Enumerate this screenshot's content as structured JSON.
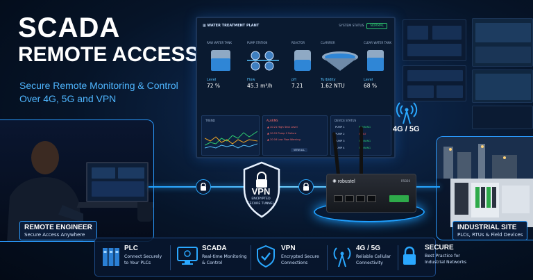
{
  "hero": {
    "title_line1": "SCADA",
    "title_line2": "REMOTE ACCESS",
    "subtitle_line1": "Secure Remote Monitoring & Control",
    "subtitle_line2": "Over 4G, 5G and VPN"
  },
  "scada_screen": {
    "title": "WATER TREATMENT PLANT",
    "status_label": "SYSTEM STATUS",
    "status_value": "NORMAL",
    "units": [
      {
        "name": "RAW WATER TANK",
        "metric": "Level",
        "value": "72 %"
      },
      {
        "name": "PUMP STATION",
        "metric": "Flow",
        "value": "45.3 m³/h"
      },
      {
        "name": "REACTOR",
        "metric": "pH",
        "value": "7.21"
      },
      {
        "name": "CLARIFIER",
        "metric": "Turbidity",
        "value": "1.62 NTU"
      },
      {
        "name": "CLEAR WATER TANK",
        "metric": "Level",
        "value": "68 %"
      }
    ],
    "trend_title": "TREND",
    "alarms_title": "ALARMS",
    "alarms": [
      {
        "time": "10:21",
        "text": "High Tank Level"
      },
      {
        "time": "10:15",
        "text": "Pump 2 Failure"
      },
      {
        "time": "10:16",
        "text": "Low Flow Warning"
      }
    ],
    "view_all": "VIEW ALL",
    "device_title": "DEVICE STATUS",
    "devices": [
      {
        "name": "PUMP 1",
        "status": "RUNNING",
        "color": "#2ecc71"
      },
      {
        "name": "PUMP 2",
        "status": "FAULT",
        "color": "#ff5252"
      },
      {
        "name": "PUMP 3",
        "status": "RUNNING",
        "color": "#2ecc71"
      },
      {
        "name": "PUMP 4",
        "status": "RUNNING",
        "color": "#2ecc71"
      }
    ]
  },
  "engineer": {
    "title": "REMOTE ENGINEER",
    "subtitle": "Secure Access Anywhere"
  },
  "industrial": {
    "title": "INDUSTRIAL SITE",
    "subtitle": "PLCs, RTUs & Field Devices"
  },
  "vpn": {
    "label": "VPN",
    "line1": "ENCRYPTED",
    "line2": "SECURE TUNNEL"
  },
  "router": {
    "brand": "robustel",
    "model": "R5020"
  },
  "cellular": {
    "label": "4G / 5G"
  },
  "features": [
    {
      "icon": "plc-icon",
      "title": "PLC",
      "line1": "Connect Securely",
      "line2": "to Your PLCs"
    },
    {
      "icon": "monitor-icon",
      "title": "SCADA",
      "line1": "Real-time Monitoring",
      "line2": "& Control"
    },
    {
      "icon": "shield-check-icon",
      "title": "VPN",
      "line1": "Encrypted Secure",
      "line2": "Connections"
    },
    {
      "icon": "antenna-icon",
      "title": "4G / 5G",
      "line1": "Reliable Cellular",
      "line2": "Connectivity"
    },
    {
      "icon": "lock-icon",
      "title": "SECURE",
      "line1": "Best Practice for",
      "line2": "Industrial Networks"
    }
  ],
  "colors": {
    "accent": "#2aa8ff",
    "subtitle": "#4fb6ff",
    "ok": "#2ecc71",
    "fault": "#ff5252"
  }
}
